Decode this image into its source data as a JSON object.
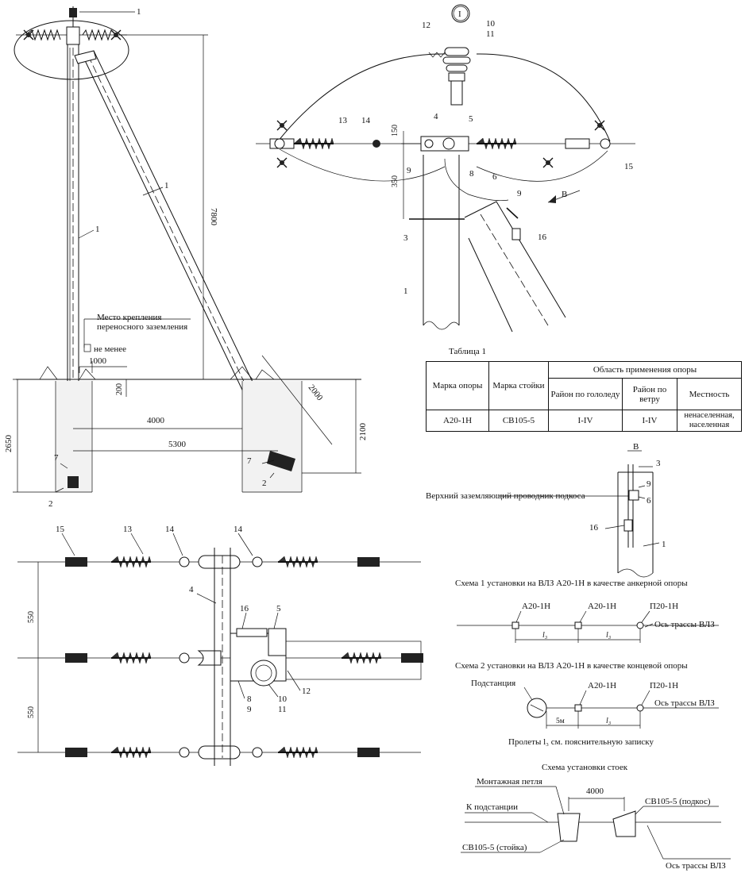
{
  "callouts": {
    "n1": "1",
    "n2": "2",
    "n3": "3",
    "n4": "4",
    "n5": "5",
    "n6": "6",
    "n7": "7",
    "n8": "8",
    "n9": "9",
    "n10": "10",
    "n11": "11",
    "n12": "12",
    "n13": "13",
    "n14": "14",
    "n15": "15",
    "n16": "16",
    "view_circle": "I",
    "view_b": "В"
  },
  "elevation": {
    "height": "7800",
    "attach_label_1": "Место крепления",
    "attach_label_2": "переносного заземления",
    "not_less_label": "не менее",
    "dim_1000": "1000",
    "dim_200": "200",
    "dim_4000": "4000",
    "dim_5300": "5300",
    "dim_2650": "2650",
    "dim_2000": "2000",
    "dim_2100": "2100"
  },
  "detail_top": {
    "dim_150": "150",
    "dim_350": "350"
  },
  "plan_view": {
    "dim_550_top": "550",
    "dim_550_bottom": "550"
  },
  "table": {
    "caption": "Таблица 1",
    "col_brand": "Марка опоры",
    "col_post": "Марка стойки",
    "col_area": "Область применения опоры",
    "col_ice": "Район по гололеду",
    "col_wind": "Район по ветру",
    "col_locality": "Местность",
    "row": {
      "brand": "А20-1Н",
      "post": "СВ105-5",
      "ice": "I-IV",
      "wind": "I-IV",
      "locality": "ненаселенная, населенная"
    }
  },
  "view_b": {
    "ground_conductor_label": "Верхний заземляющий проводник подкоса"
  },
  "scheme1": {
    "title": "Схема 1 установки на ВЛЗ А20-1Н в качестве анкерной опоры",
    "label_a1": "А20-1Н",
    "label_a2": "А20-1Н",
    "label_p": "П20-1Н",
    "axis": "Ось трассы ВЛЗ",
    "span_1": "l₃",
    "span_2": "l₃"
  },
  "scheme2": {
    "title": "Схема 2 установки на ВЛЗ А20-1Н в качестве концевой опоры",
    "substation": "Подстанция",
    "label_a": "А20-1Н",
    "label_p": "П20-1Н",
    "axis": "Ось трассы ВЛЗ",
    "span_5m": "5м",
    "span_l3": "l₃"
  },
  "spans_note": "Пролеты l₃ см. пояснительную записку",
  "posts_scheme": {
    "title": "Схема установки стоек",
    "mounting_loop": "Монтажная петля",
    "to_substation": "К подстанции",
    "dim_4000": "4000",
    "brace": "СВ105-5 (подкос)",
    "post": "СВ105-5 (стойка)",
    "axis": "Ось трассы ВЛЗ"
  }
}
